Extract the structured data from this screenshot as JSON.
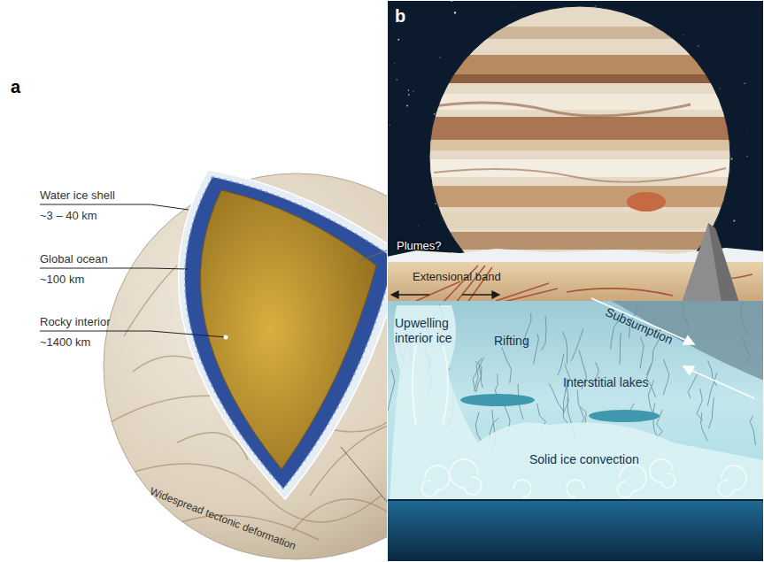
{
  "diagram": {
    "labels": [
      "a",
      "Water ice shell",
      "~3 – 40 km",
      "Global ocean",
      "~100 km",
      "Rocky interior",
      "~1400 km",
      "Widespread tectonic deformation",
      "b",
      "Plumes?",
      "Extensional band",
      "Upwelling interior ice",
      "Rifting",
      "Interstitial lakes",
      "Subsumption",
      "Solid ice convection"
    ]
  }
}
